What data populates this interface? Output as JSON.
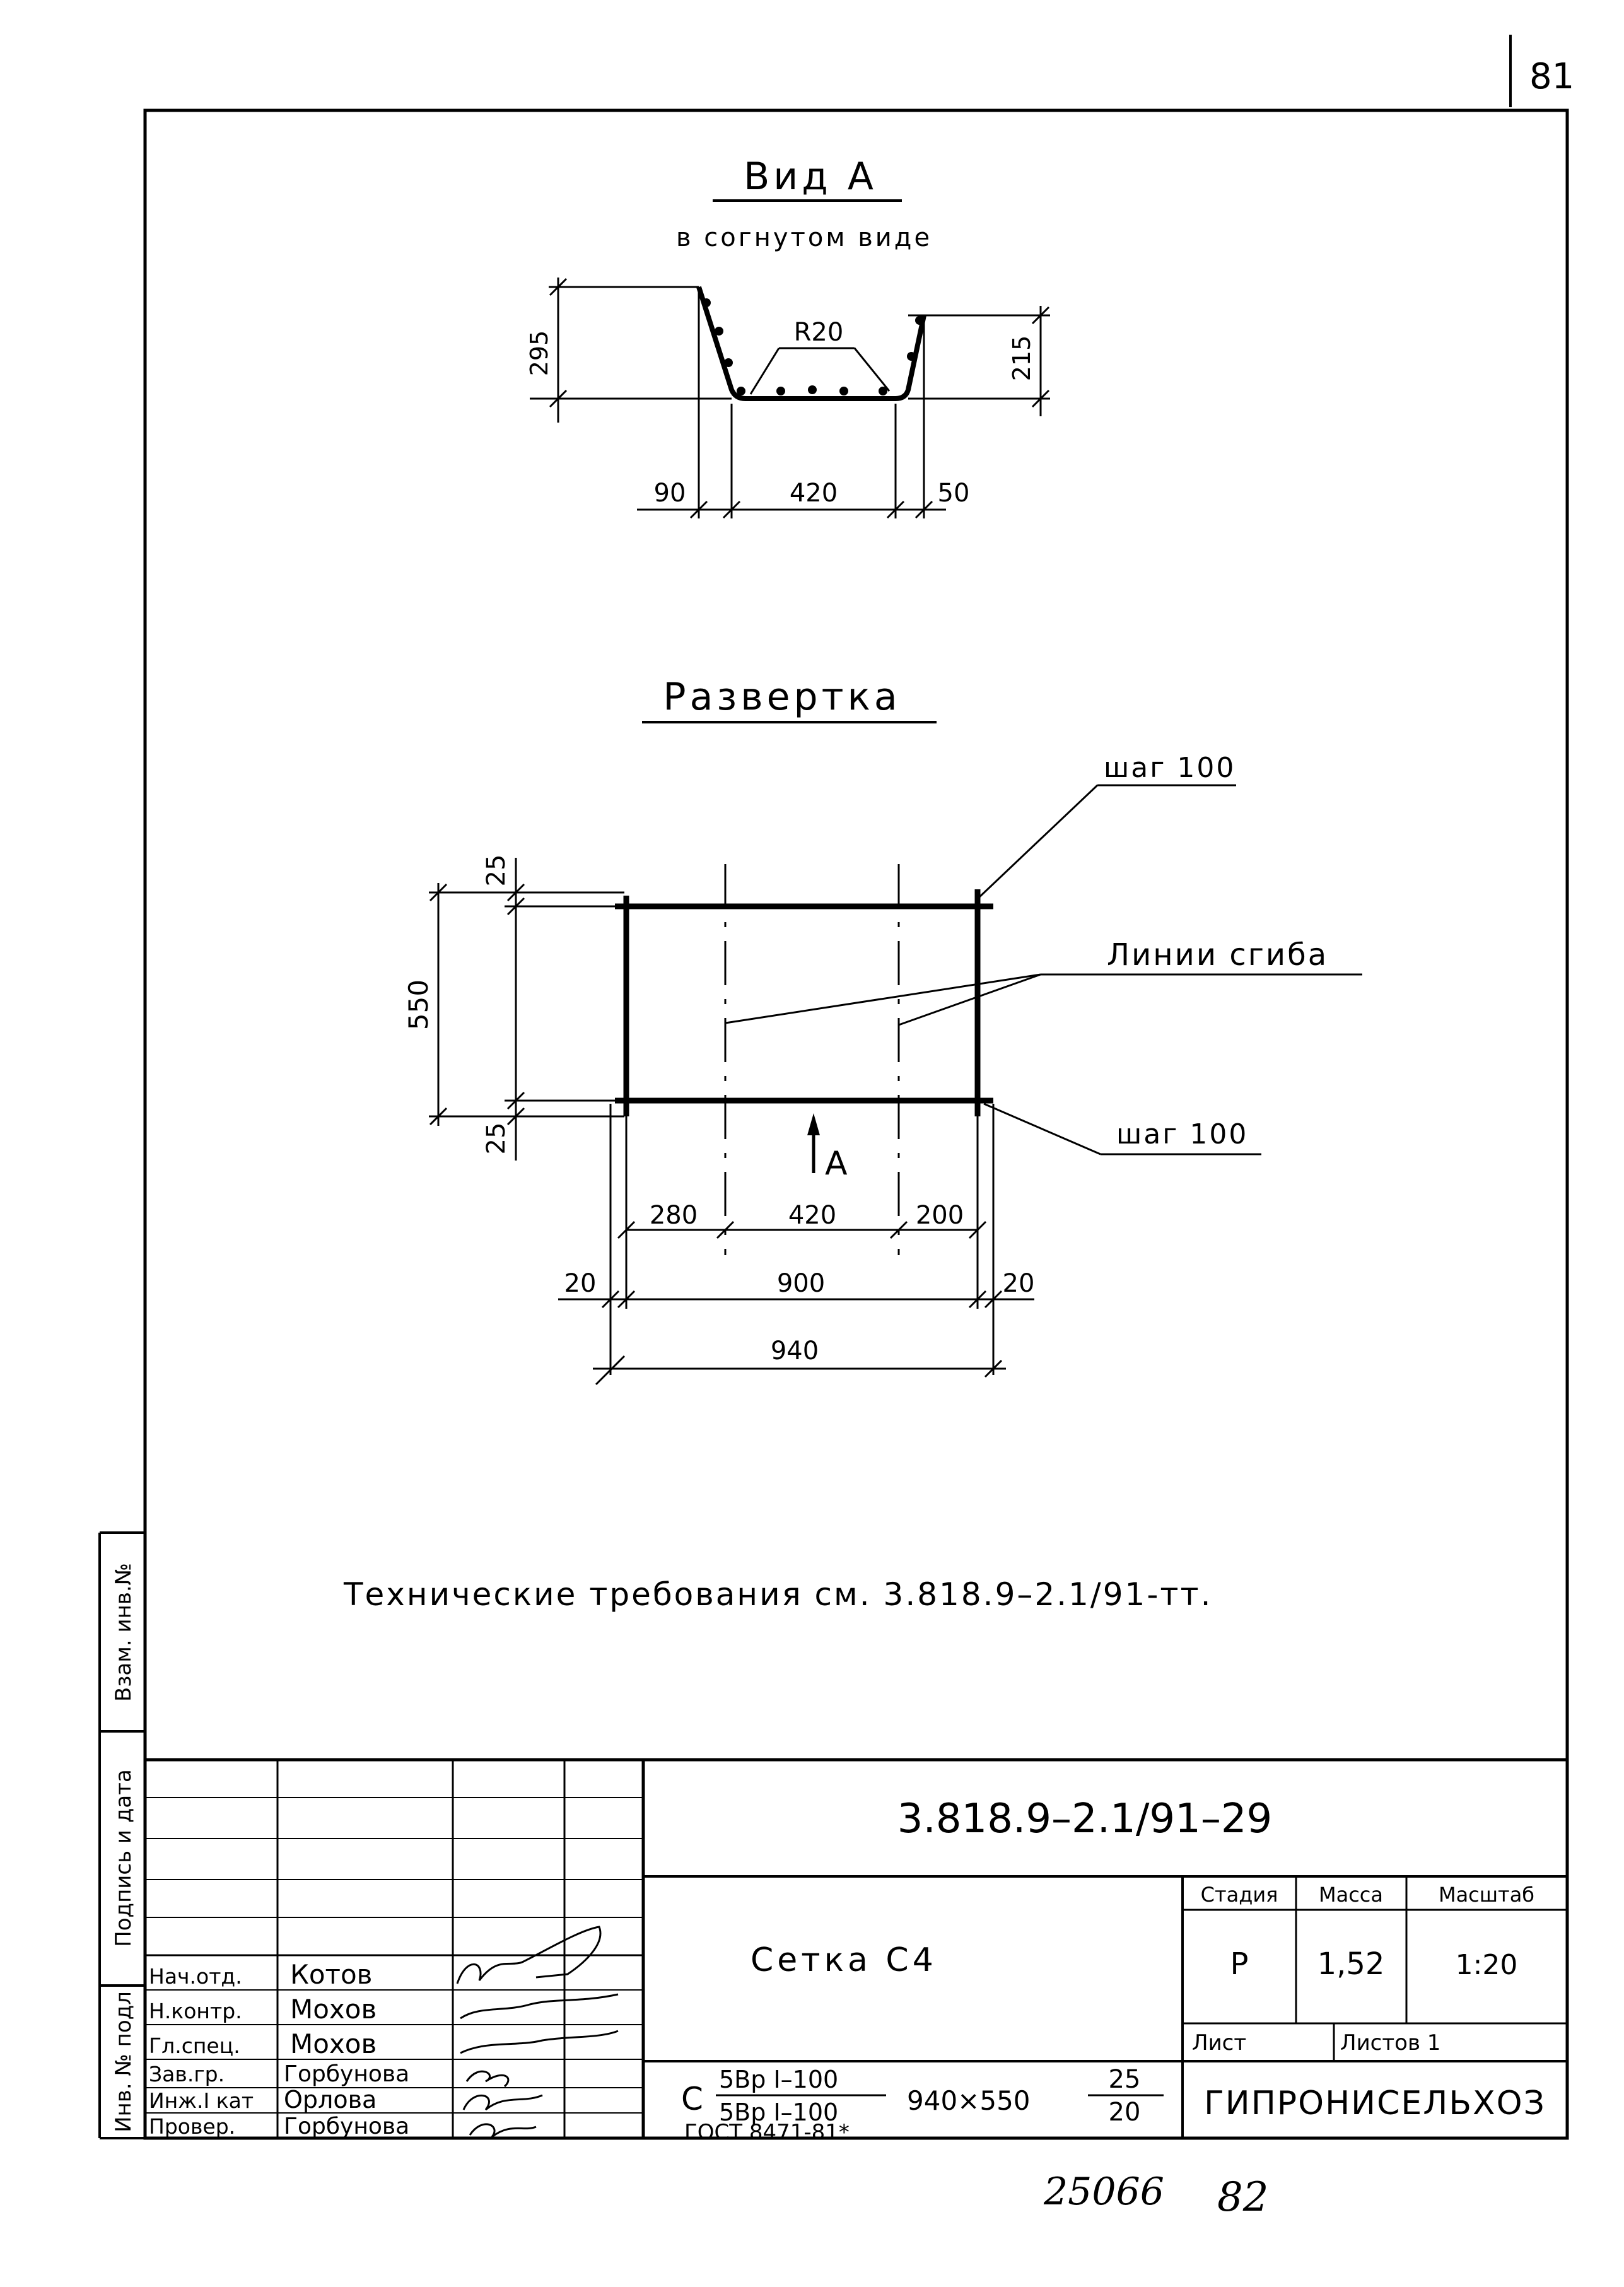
{
  "page_number": "81",
  "view_a": {
    "title": "Вид А",
    "subtitle": "в согнутом виде",
    "dims": {
      "left_height": "295",
      "right_height": "215",
      "radius": "R20",
      "left": "90",
      "middle": "420",
      "right": "50"
    }
  },
  "development": {
    "title": "Развертка",
    "step_top": "шаг 100",
    "step_bottom": "шаг 100",
    "fold_lines": "Линии сгиба",
    "arrow_label": "А",
    "dims": {
      "top_margin": "25",
      "height": "550",
      "bottom_margin": "25",
      "seg1": "280",
      "seg2": "420",
      "seg3": "200",
      "left_overhang": "20",
      "inner_width": "900",
      "right_overhang": "20",
      "total_width": "940"
    }
  },
  "tech_requirements": "Технические требования см. 3.818.9–2.1/91-тт.",
  "side_stamp": {
    "inv_replace": "Взам. инв.№",
    "sign_date": "Подпись и дата",
    "inv_orig": "Инв. № подл"
  },
  "title_block": {
    "doc_code": "3.818.9–2.1/91–29",
    "item_name": "Сетка С4",
    "stage_label": "Стадия",
    "mass_label": "Масса",
    "scale_label": "Масштаб",
    "stage": "Р",
    "mass": "1,52",
    "scale": "1:20",
    "sheet_label": "Лист",
    "sheets_label": "Листов 1",
    "organization": "ГИПРОНИСЕЛЬХОЗ",
    "spec_prefix": "С",
    "spec_num": "5Вр I–100",
    "spec_den": "5Вр I–100",
    "spec_size": "940×550",
    "spec_frac_num": "25",
    "spec_frac_den": "20",
    "gost": "ГОСТ 8471-81*",
    "people": [
      {
        "role": "Нач.отд.",
        "name": "Котов"
      },
      {
        "role": "Н.контр.",
        "name": "Мохов"
      },
      {
        "role": "Гл.спец.",
        "name": "Мохов"
      },
      {
        "role": "Зав.гр.",
        "name": "Горбунова"
      },
      {
        "role": "Инж.I кат",
        "name": "Орлова"
      },
      {
        "role": "Провер.",
        "name": "Горбунова"
      }
    ]
  },
  "handwritten_bottom": {
    "left": "25066",
    "right": "82"
  }
}
